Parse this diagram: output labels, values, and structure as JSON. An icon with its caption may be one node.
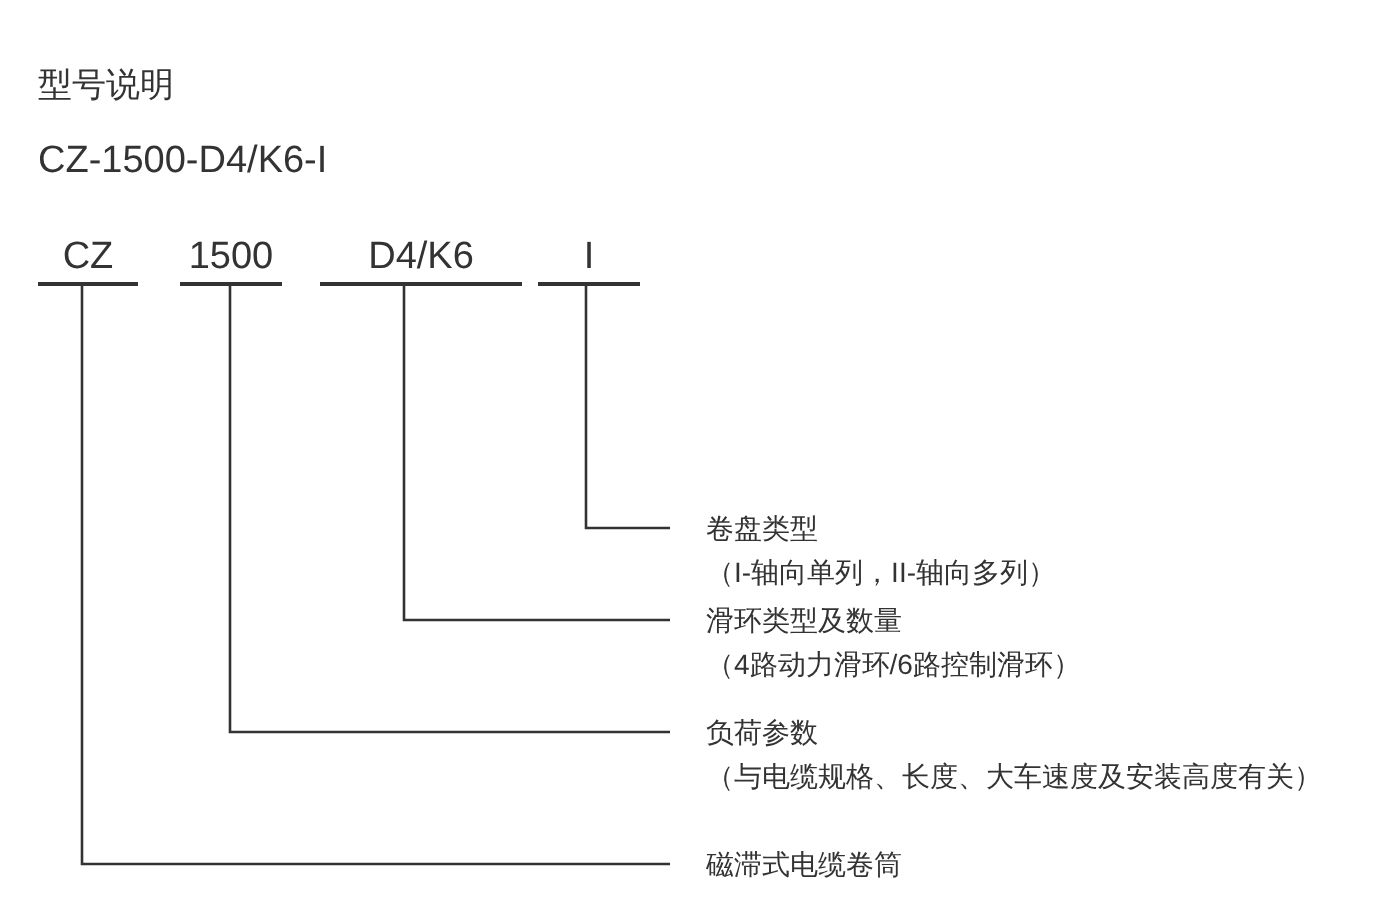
{
  "diagram": {
    "title": "型号说明",
    "nodes": [
      {
        "text": [
          "CZ"
        ]
      },
      {
        "text": [
          "1500"
        ]
      },
      {
        "text": [
          "D4/K6"
        ]
      },
      {
        "text": [
          "I"
        ]
      },
      {
        "text": [
          "卷盘类型",
          "（I-轴向单列，II-轴向多列）"
        ]
      },
      {
        "text": [
          "滑环类型及数量",
          "（4路动力滑环/6路控制滑环）"
        ]
      },
      {
        "text": [
          "负荷参数",
          "（与电缆规格、长度、大车速度及安装高度有关）"
        ]
      },
      {
        "text": [
          "磁滞式电缆卷筒"
        ]
      }
    ],
    "edges": [
      {
        "from": 0,
        "to": 7,
        "arrow": "none"
      },
      {
        "from": 1,
        "to": 6,
        "arrow": "none"
      },
      {
        "from": 2,
        "to": 5,
        "arrow": "none"
      },
      {
        "from": 3,
        "to": 4,
        "arrow": "none"
      }
    ],
    "labels": [
      "CZ-1500-D4/K6-I"
    ]
  }
}
